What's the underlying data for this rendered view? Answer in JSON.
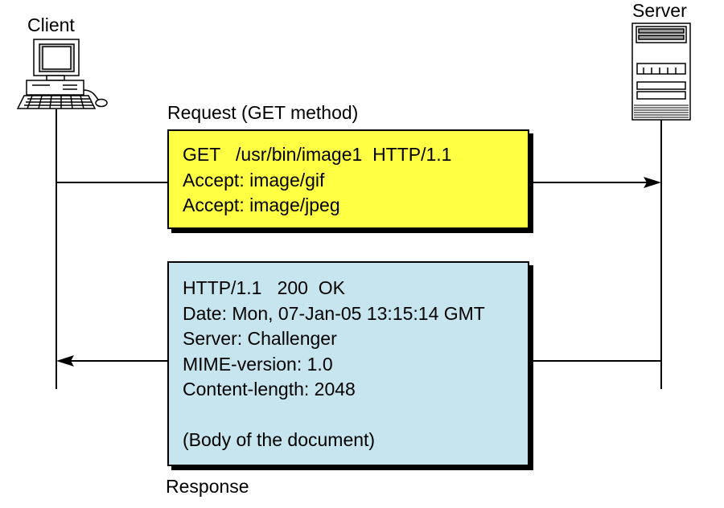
{
  "client": {
    "label": "Client"
  },
  "server": {
    "label": "Server"
  },
  "request": {
    "caption": "Request (GET method)",
    "lines": [
      "GET   /usr/bin/image1  HTTP/1.1",
      "Accept: image/gif",
      "Accept: image/jpeg"
    ]
  },
  "response": {
    "caption": "Response",
    "lines": [
      "HTTP/1.1   200  OK",
      "Date: Mon, 07-Jan-05 13:15:14 GMT",
      "Server: Challenger",
      "MIME-version: 1.0",
      "Content-length: 2048",
      "",
      "(Body of the document)"
    ]
  },
  "colors": {
    "request_fill": "#ffff44",
    "response_fill": "#c6e5ef"
  }
}
